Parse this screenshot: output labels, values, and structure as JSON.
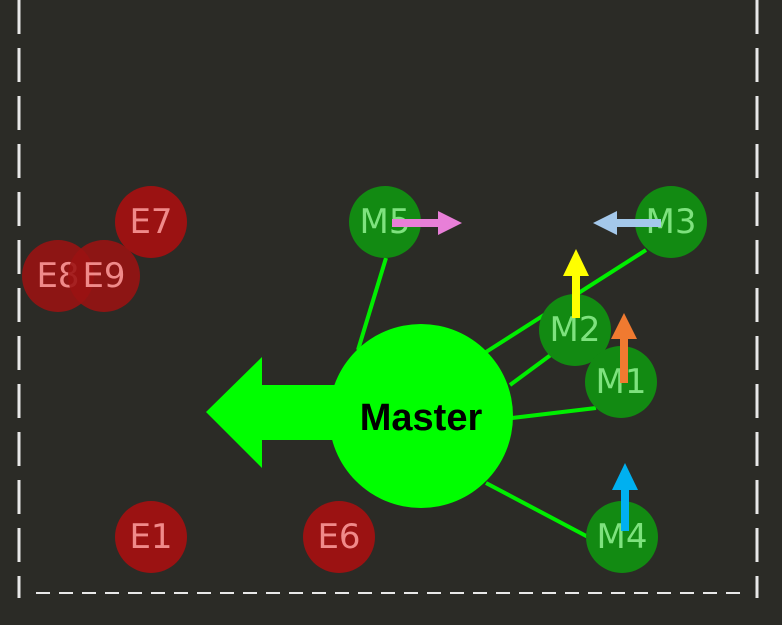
{
  "colors": {
    "background": "#2b2b26",
    "border": "#e8e8e8",
    "master": "#00ff00",
    "master_text": "#000000",
    "member_fill": "#128a12",
    "member_text": "#7ee27e",
    "enemy_fill": "#9b1212",
    "enemy_text": "#f08a8a",
    "link": "#00ee00",
    "big_arrow": "#00ff00"
  },
  "master": {
    "label": "Master"
  },
  "members": [
    {
      "id": "m1",
      "label": "M1"
    },
    {
      "id": "m2",
      "label": "M2"
    },
    {
      "id": "m3",
      "label": "M3"
    },
    {
      "id": "m4",
      "label": "M4"
    },
    {
      "id": "m5",
      "label": "M5"
    }
  ],
  "enemies": [
    {
      "id": "e1",
      "label": "E1"
    },
    {
      "id": "e6",
      "label": "E6"
    },
    {
      "id": "e7",
      "label": "E7"
    },
    {
      "id": "e8",
      "label": "E8"
    },
    {
      "id": "e9",
      "label": "E9"
    }
  ],
  "arrows": [
    {
      "target": "m1",
      "direction": "up",
      "color": "#f07a30",
      "icon": "up-arrow-icon"
    },
    {
      "target": "m2",
      "direction": "up",
      "color": "#ffff00",
      "icon": "up-arrow-icon"
    },
    {
      "target": "m3",
      "direction": "left",
      "color": "#a4c8ea",
      "icon": "left-arrow-icon"
    },
    {
      "target": "m4",
      "direction": "up",
      "color": "#00b0f0",
      "icon": "up-arrow-icon"
    },
    {
      "target": "m5",
      "direction": "right",
      "color": "#e87fd8",
      "icon": "right-arrow-icon"
    }
  ],
  "master_arrow": {
    "direction": "left",
    "icon": "big-left-arrow-icon"
  }
}
